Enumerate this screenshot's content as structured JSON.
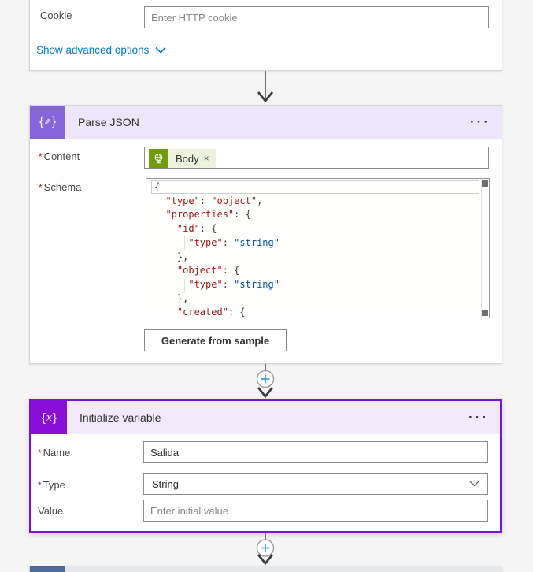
{
  "http_card": {
    "cookie_label": "Cookie",
    "cookie_placeholder": "Enter HTTP cookie",
    "advanced_link": "Show advanced options"
  },
  "parse_json_card": {
    "title": "Parse JSON",
    "menu_icon": "···",
    "required_marker": "*",
    "content_label": "Content",
    "content_token": {
      "text": "Body",
      "remove": "×"
    },
    "schema_label": "Schema",
    "schema_lines": [
      [
        {
          "c": "p",
          "t": "{"
        }
      ],
      [
        {
          "c": "p",
          "t": "  "
        },
        {
          "c": "r",
          "t": "\"type\""
        },
        {
          "c": "p",
          "t": ": "
        },
        {
          "c": "r",
          "t": "\"object\""
        },
        {
          "c": "p",
          "t": ","
        }
      ],
      [
        {
          "c": "p",
          "t": "  "
        },
        {
          "c": "r",
          "t": "\"properties\""
        },
        {
          "c": "p",
          "t": ": {"
        }
      ],
      [
        {
          "c": "p",
          "t": "    "
        },
        {
          "c": "r",
          "t": "\"id\""
        },
        {
          "c": "p",
          "t": ": {"
        }
      ],
      [
        {
          "c": "p",
          "t": "      "
        },
        {
          "c": "r",
          "t": "\"type\""
        },
        {
          "c": "p",
          "t": ": "
        },
        {
          "c": "b",
          "t": "\"string\""
        }
      ],
      [
        {
          "c": "p",
          "t": "    },"
        }
      ],
      [
        {
          "c": "p",
          "t": "    "
        },
        {
          "c": "r",
          "t": "\"object\""
        },
        {
          "c": "p",
          "t": ": {"
        }
      ],
      [
        {
          "c": "p",
          "t": "      "
        },
        {
          "c": "r",
          "t": "\"type\""
        },
        {
          "c": "p",
          "t": ": "
        },
        {
          "c": "b",
          "t": "\"string\""
        }
      ],
      [
        {
          "c": "p",
          "t": "    },"
        }
      ],
      [
        {
          "c": "p",
          "t": "    "
        },
        {
          "c": "r",
          "t": "\"created\""
        },
        {
          "c": "p",
          "t": ": {"
        }
      ]
    ],
    "generate_button": "Generate from sample"
  },
  "initialize_card": {
    "title": "Initialize variable",
    "menu_icon": "···",
    "required_marker": "*",
    "name_label": "Name",
    "name_value": "Salida",
    "type_label": "Type",
    "type_value": "String",
    "value_label": "Value",
    "value_placeholder": "Enter initial value"
  },
  "colors": {
    "canvas_bg": "#f5f5f5",
    "parse_header_bg": "#ece6f8",
    "parse_icon_bg": "#8565d9",
    "init_header_bg": "#f2e9f9",
    "init_icon_bg": "#8a0fd6",
    "selection_border": "#7c12d2",
    "link_blue": "#0078d4",
    "token_green": "#6f9b0c",
    "token_pill_bg": "#edf3de",
    "code_red": "#a31515",
    "code_blue": "#0451a5",
    "next_icon_blue": "#4a6b9a"
  }
}
